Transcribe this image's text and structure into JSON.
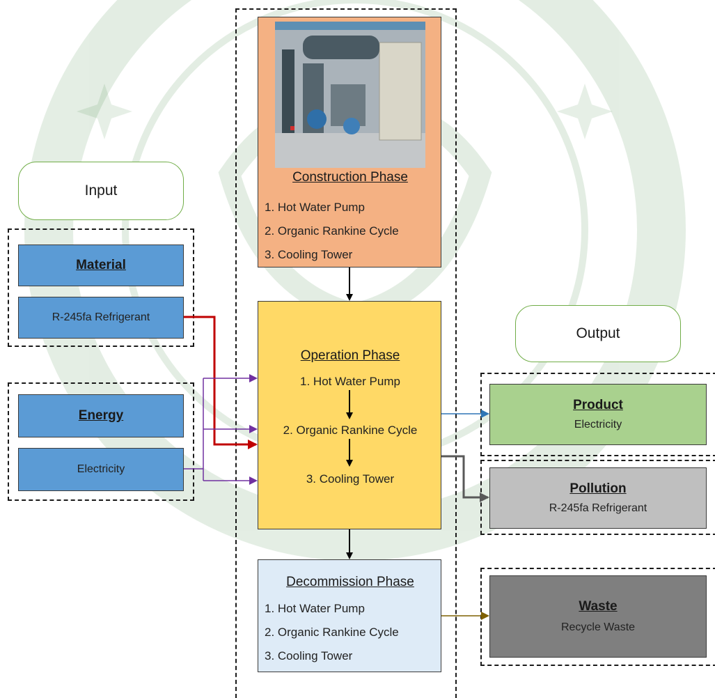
{
  "input_label": "Input",
  "output_label": "Output",
  "material": {
    "heading": "Material",
    "item": "R-245fa Refrigerant"
  },
  "energy": {
    "heading": "Energy",
    "item": "Electricity"
  },
  "construction": {
    "title": "Construction Phase",
    "items": [
      "1. Hot Water Pump",
      "2. Organic Rankine Cycle",
      "3. Cooling Tower"
    ]
  },
  "operation": {
    "title": "Operation Phase",
    "items": [
      "1. Hot Water Pump",
      "2. Organic Rankine Cycle",
      "3. Cooling Tower"
    ]
  },
  "decommission": {
    "title": "Decommission Phase",
    "items": [
      "1. Hot Water Pump",
      "2. Organic Rankine Cycle",
      "3. Cooling Tower"
    ]
  },
  "product": {
    "heading": "Product",
    "item": "Electricity"
  },
  "pollution": {
    "heading": "Pollution",
    "item": "R-245fa Refrigerant"
  },
  "waste": {
    "heading": "Waste",
    "item": "Recycle Waste"
  },
  "colors": {
    "material_arrow": "#c00000",
    "energy_arrow": "#7030a0",
    "product_arrow": "#2e75b6",
    "pollution_arrow": "#595959",
    "waste_arrow": "#7f6000"
  }
}
